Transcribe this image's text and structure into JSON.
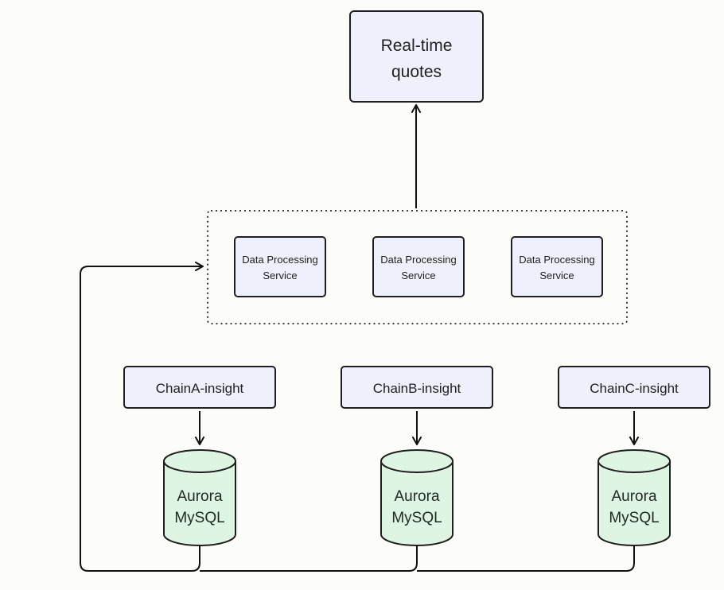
{
  "diagram": {
    "top_node": {
      "line1": "Real-time",
      "line2": "quotes"
    },
    "processing_services": [
      {
        "line1": "Data Processing",
        "line2": "Service"
      },
      {
        "line1": "Data Processing",
        "line2": "Service"
      },
      {
        "line1": "Data Processing",
        "line2": "Service"
      }
    ],
    "insights": [
      {
        "label": "ChainA-insight"
      },
      {
        "label": "ChainB-insight"
      },
      {
        "label": "ChainC-insight"
      }
    ],
    "databases": [
      {
        "line1": "Aurora",
        "line2": "MySQL"
      },
      {
        "line1": "Aurora",
        "line2": "MySQL"
      },
      {
        "line1": "Aurora",
        "line2": "MySQL"
      }
    ],
    "colors": {
      "box_fill": "#eef0fb",
      "box_stroke": "#1f1f1f",
      "db_fill": "#dff5e3",
      "line": "#111111",
      "background": "#fcfcf8"
    }
  }
}
